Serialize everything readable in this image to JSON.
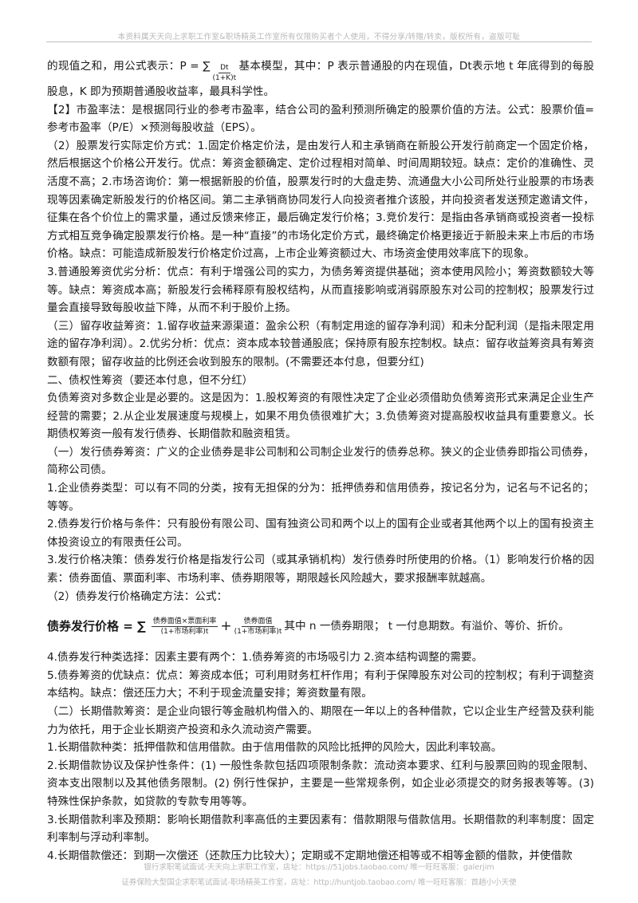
{
  "header": {
    "text": "本资料属天天向上求职工作室&职场精英工作室所有仅限购买者个人使用，不得分享/转赠/转卖，版权所有，盗版可耻"
  },
  "content": {
    "p1_a": "的现值之和，用公式表示：P = ∑",
    "p1_frac_num": "Dt",
    "p1_frac_den": "(1+K)t",
    "p1_b": "基本模型，其中：P 表示普通股的内在现值，Dt表示地 t 年底得到的每股股息，K 即为预期普通股收益率，最具科学性。",
    "p2": "【2】市盈率法：是根据同行业的参考市盈率，结合公司的盈利预测所确定的股票价值的方法。公式：股票价值=参考市盈率（P/E）×预测每股收益（EPS）。",
    "p3": "（2）股票发行实际定价方式：1.固定价格定价法，是由发行人和主承销商在新股公开发行前商定一个固定价格，然后根据这个价格公开发行。优点：筹资金额确定、定价过程相对简单、时间周期较短。缺点：定价的准确性、灵活度不高；2.市场咨询价：第一根据新股的价值，股票发行时的大盘走势、流通盘大小公司所处行业股票的市场表现等因素确定新股发行的价格区间。第二主承销商协同发行人向投资者推介该股，并向投资者发送预定邀请文件，征集在各个价位上的需求量，通过反馈来修正，最后确定发行价格；3.竞价发行：是指由各承销商或投资者一投标方式相互竞争确定股票发行价格。是一种“直接”的市场化定价方式，最终确定价格更接近于新股未来上市后的市场价格。缺点：可能造成新股发行价格定价过高，上市企业筹资额过大、市场资金使用效率底下的现象。",
    "p4": "3.普通股筹资优劣分析：优点：有利于增强公司的实力，为债务筹资提供基础；资本使用风险小；筹资数额较大等等。缺点：筹资成本高；新股发行会稀释原有股权结构，从而直接影响或消弱原股东对公司的控制权；股票发行过量会直接导致每股收益下降，从而不利于股价上扬。",
    "p5": "（三）留存收益筹资：1.留存收益来源渠道：盈余公积（有制定用途的留存净利润）和未分配利润（是指未限定用途的留存净利润）。2.优劣分析：优点：资本成本较普通股底；保持原有股东控制权。缺点：留存收益筹资具有筹资数额有限；留存收益的比例还会收到股东的限制。(不需要还本付息，但要分红)",
    "p6": "二、债权性筹资（要还本付息，但不分红）",
    "p7": "负债筹资对多数企业是必要的。这是因为：1.股权筹资的有限性决定了企业必须借助负债筹资形式来满足企业生产经营的需要；2.从企业发展速度与规模上，如果不用负债很难扩大；3.负债筹资对提高股权收益具有重要意义。长期债权筹资一般有发行债券、长期借款和融资租赁。",
    "p8": "（一）发行债券筹资：广义的企业债券是非公司制和公司制企业发行的债券总称。狭义的企业债券即指公司债券，简称公司债。",
    "p9": "1.企业债券类型：可以有不同的分类，按有无担保的分为：抵押债券和信用债券，按记名分为，记名与不记名的；等等。",
    "p10": "2.债券发行价格与条件：只有股份有限公司、国有独资公司和两个以上的国有企业或者其他两个以上的国有投资主体投资设立的有限责任公司。",
    "p11": "3.发行价格决策：债券发行价格是指发行公司（或其承销机构）发行债券时所使用的价格。（1）影响发行价格的因素：债券面值、票面利率、市场利率、债券期限等，期限越长风险越大，要求报酬率就越高。",
    "p12": "（2）债券发行价格确定方法：公式：",
    "formula_lead": "债券发行价格 = ∑",
    "formula_frac1_num": "债券面值×票面利率",
    "formula_frac1_den": "(1+市场利率)t",
    "formula_frac2_num": "债券面值",
    "formula_frac2_den": "(1+市场利率)t",
    "formula_tail": "其中 n 一债券期限；  t 一付息期数。有溢价、等价、折价。",
    "p13": "4.债券发行种类选择：因素主要有两个：1.债券筹资的市场吸引力 2.资本结构调整的需要。",
    "p14": "5.债券筹资的优缺点：优点：筹资成本低；可利用财务杠杆作用；有利于保障股东对公司的控制权；有利于调整资本结构。缺点：偿还压力大；不利于现金流量安排；筹资数量有限。",
    "p15": "（二）长期借款筹资：是企业向银行等金融机构借入的、期限在一年以上的各种借款，它以企业生产经营及获利能力为依托，用于企业长期资产投资和永久流动资产需要。",
    "p16": "1.长期借款种类：抵押借款和信用借款。由于信用借款的风险比抵押的风险大，因此利率较高。",
    "p17": "2.长期借款协议及保护性条件：(1) 一般性条款包括四项限制条款：流动资本要求、红利与股票回购的现金限制、资本支出限制以及其他债务限制。(2) 例行性保护，主要是一些常规条例，如企业必须提交的财务报表等等。(3) 特殊性保护条款，如贷款的专款专用等等。",
    "p18": "3.长期借款利率及预期：影响长期借款利率高低的主要因素有：借款期限与借款信用。长期借款的利率制度：固定利率制与浮动利率制。",
    "p19": "4.长期借款偿还：到期一次偿还（还款压力比较大）；定期或不定期地偿还相等或不相等金额的借款，并使借款"
  },
  "footer": {
    "line1": "银行求职笔试面试-天天向上求职工作室，店址：https://51jobs.taobao.com/ 唯一旺旺客服：galerjim",
    "line2": "证券保险大型国企求职笔试面试-职场精英工作室，店址：http://huntjob.taobao.com/ 唯一旺旺客服：首趟小小天使"
  }
}
